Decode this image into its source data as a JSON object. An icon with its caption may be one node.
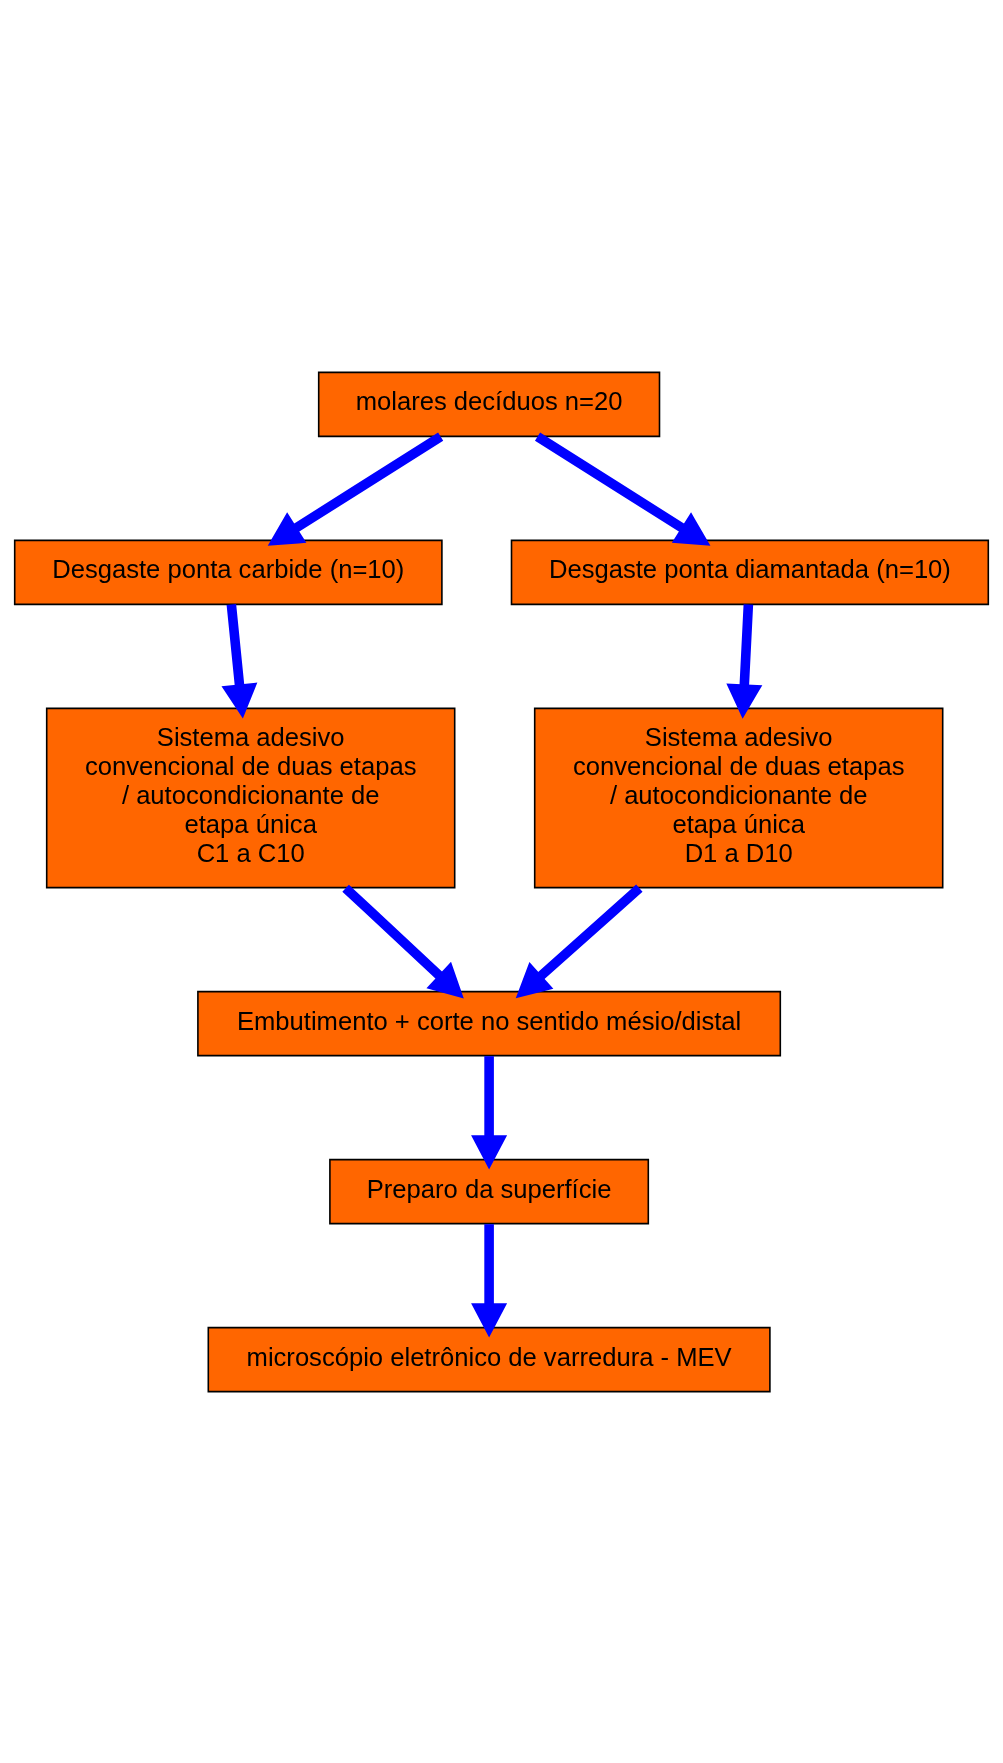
{
  "diagram": {
    "nodes": [
      {
        "text": [
          "molares decíduos n=20"
        ]
      },
      {
        "text": [
          "Desgaste ponta carbide (n=10)"
        ]
      },
      {
        "text": [
          "Desgaste ponta diamantada (n=10)"
        ]
      },
      {
        "text": [
          "Sistema adesivo convencional de duas etapas / autocondicionante de etapa única",
          "C1 a C10"
        ]
      },
      {
        "text": [
          "Sistema adesivo convencional de duas etapas / autocondicionante de etapa única",
          "D1 a D10"
        ]
      },
      {
        "text": [
          "Embutimento + corte no sentido mésio/distal"
        ]
      },
      {
        "text": [
          "Preparo da superfície"
        ]
      },
      {
        "text": [
          "microscópio eletrônico de varredura - MEV"
        ]
      }
    ],
    "edges": [
      {
        "from": 0,
        "to": 1,
        "arrow": "to"
      },
      {
        "from": 0,
        "to": 2,
        "arrow": "to"
      },
      {
        "from": 1,
        "to": 3,
        "arrow": "to"
      },
      {
        "from": 2,
        "to": 4,
        "arrow": "to"
      },
      {
        "from": 3,
        "to": 5,
        "arrow": "to"
      },
      {
        "from": 4,
        "to": 5,
        "arrow": "to"
      },
      {
        "from": 5,
        "to": 6,
        "arrow": "to"
      },
      {
        "from": 6,
        "to": 7,
        "arrow": "to"
      }
    ]
  }
}
